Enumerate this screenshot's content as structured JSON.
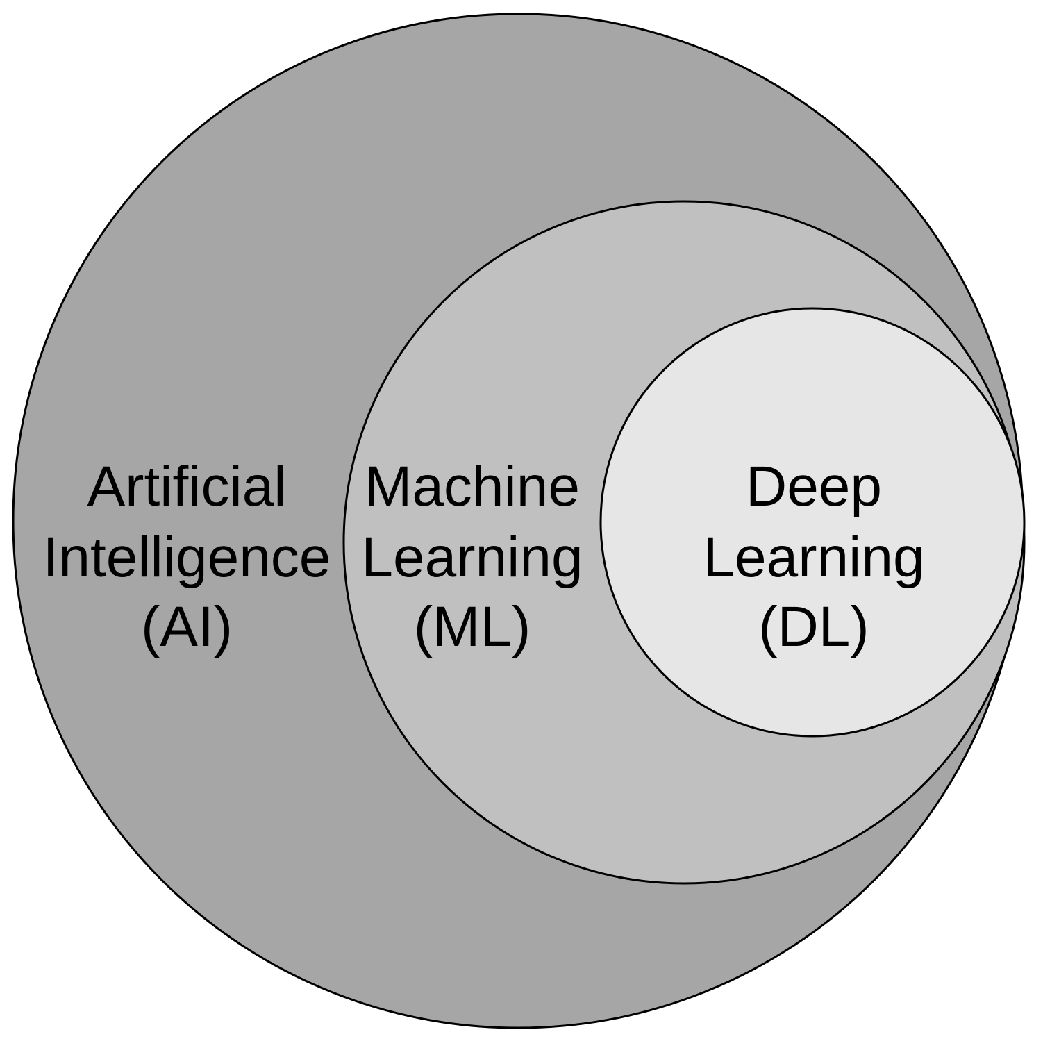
{
  "colors": {
    "outer_fill": "#a6a6a6",
    "middle_fill": "#c0c0c0",
    "inner_fill": "#e6e6e6",
    "stroke": "#000000",
    "text": "#000000"
  },
  "sets": [
    {
      "name": "ai",
      "lines": [
        "Artificial",
        "Intelligence",
        "(AI)"
      ],
      "contains": "ml"
    },
    {
      "name": "ml",
      "lines": [
        "Machine",
        "Learning",
        "(ML)"
      ],
      "contains": "dl"
    },
    {
      "name": "dl",
      "lines": [
        "Deep",
        "Learning",
        "(DL)"
      ],
      "contains": null
    }
  ]
}
